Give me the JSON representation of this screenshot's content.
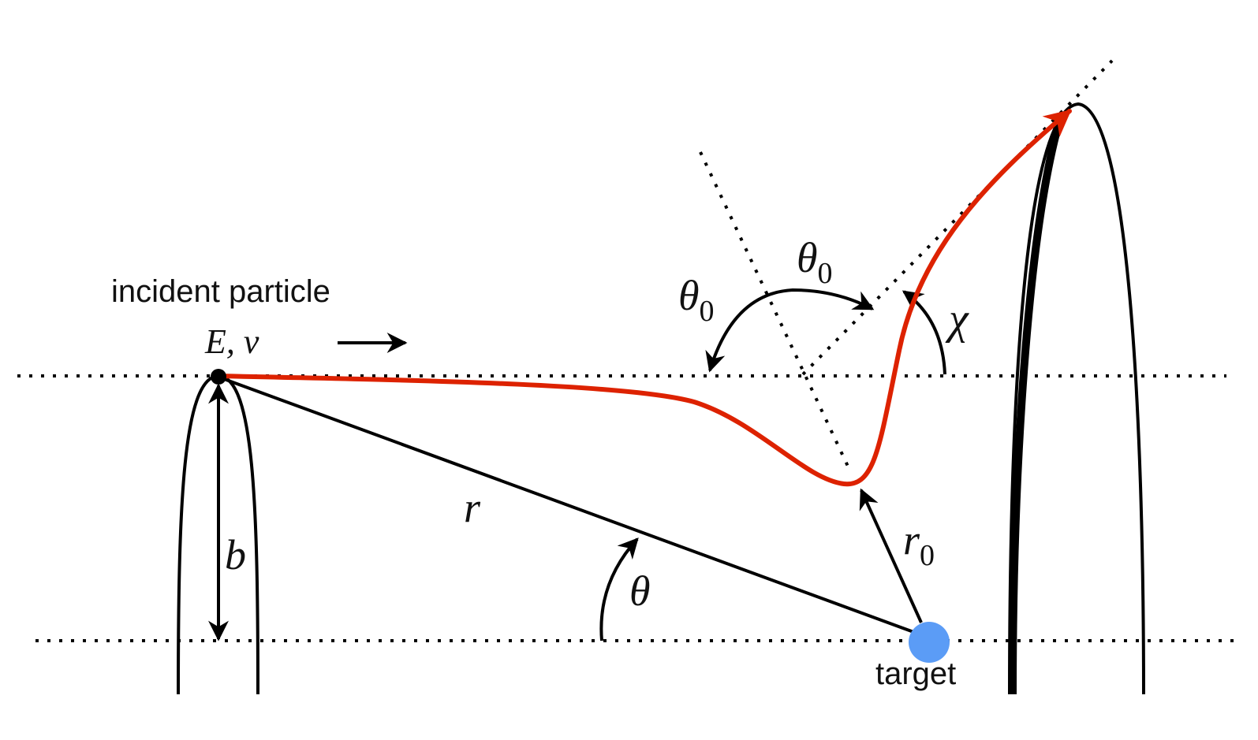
{
  "labels": {
    "incident_particle": "incident particle",
    "energy_velocity": "E, v",
    "impact_parameter": "b",
    "radius": "r",
    "polar_angle": "θ",
    "closest_approach_symbol": "r",
    "closest_approach_sub": "0",
    "apse_angle_symbol": "θ",
    "apse_angle_sub": "0",
    "scattering_angle": "χ",
    "target": "target"
  },
  "colors": {
    "trajectory": "#dd2200",
    "target": "#5b9cf6",
    "lines": "#000000"
  }
}
